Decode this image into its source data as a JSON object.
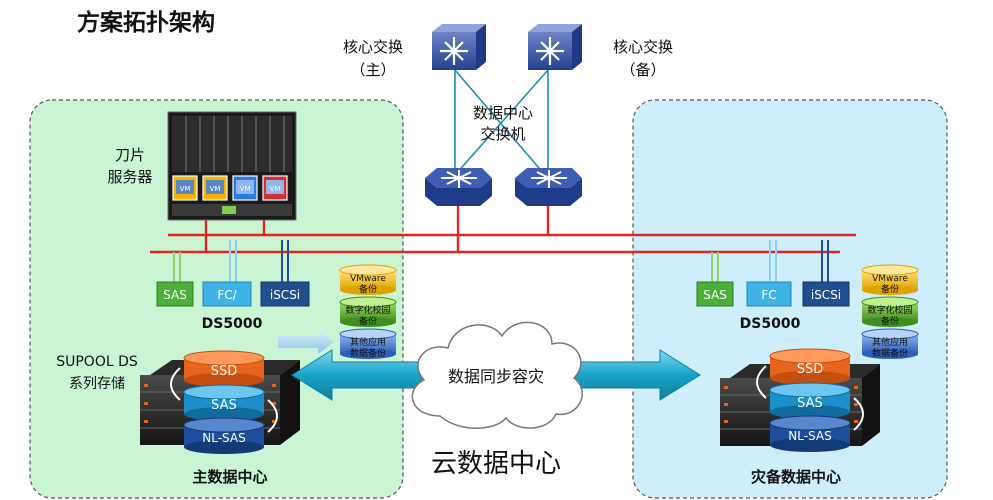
{
  "title": "方案拓扑架构",
  "core_switch_main": {
    "line1": "核心交换",
    "line2": "（主）"
  },
  "core_switch_backup": {
    "line1": "核心交换",
    "line2": "（备）"
  },
  "dc_switch": {
    "line1": "数据中心",
    "line2": "交换机"
  },
  "blade_server": {
    "line1": "刀片",
    "line2": "服务器",
    "vm_label": "VM"
  },
  "left_site": {
    "ports": [
      "SAS",
      "FC/",
      "iSCSi"
    ],
    "storage_model": "DS5000",
    "supool": {
      "line1": "SUPOOL DS",
      "line2": "系列存储"
    },
    "backups": [
      {
        "line1": "VMware",
        "line2": "备份"
      },
      {
        "line1": "数字化校园",
        "line2": "备份"
      },
      {
        "line1": "其他应用",
        "line2": "数据备份"
      }
    ],
    "tiers": [
      "SSD",
      "SAS",
      "NL-SAS"
    ],
    "caption": "主数据中心"
  },
  "right_site": {
    "ports": [
      "SAS",
      "FC",
      "iSCSi"
    ],
    "storage_model": "DS5000",
    "backups": [
      {
        "line1": "VMware",
        "line2": "备份"
      },
      {
        "line1": "数字化校园",
        "line2": "备份"
      },
      {
        "line1": "其他应用",
        "line2": "数据备份"
      }
    ],
    "tiers": [
      "SSD",
      "SAS",
      "NL-SAS"
    ],
    "caption": "灾备数据中心"
  },
  "sync_cloud": "数据同步容灾",
  "cloud_center": "云数据中心",
  "colors": {
    "left_zone": "#c9f5d4",
    "right_zone": "#cdeefa",
    "switch_blue": "#2f4fa0",
    "network_red": "#e32222",
    "port_green": "#4caf3a",
    "port_sky": "#3fb3e6",
    "port_navy": "#1f4f8f",
    "arrow": "#1aa3c7",
    "ssd": "#e8641c",
    "sas": "#1a8fc9",
    "nlsas": "#1e4f9a"
  }
}
